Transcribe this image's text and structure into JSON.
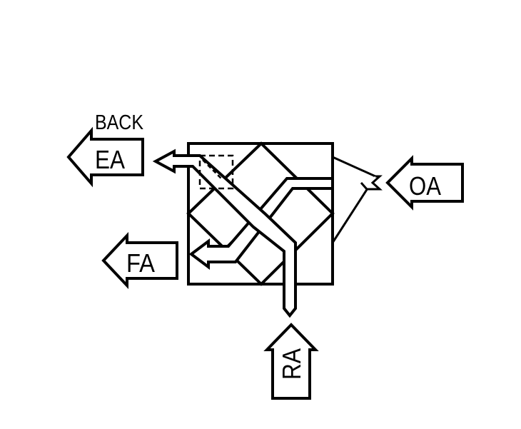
{
  "labels": {
    "back": "BACK",
    "ea": "EA",
    "fa": "FA",
    "oa": "OA",
    "ra": "RA"
  },
  "colors": {
    "stroke": "#000000",
    "background": "#ffffff"
  }
}
